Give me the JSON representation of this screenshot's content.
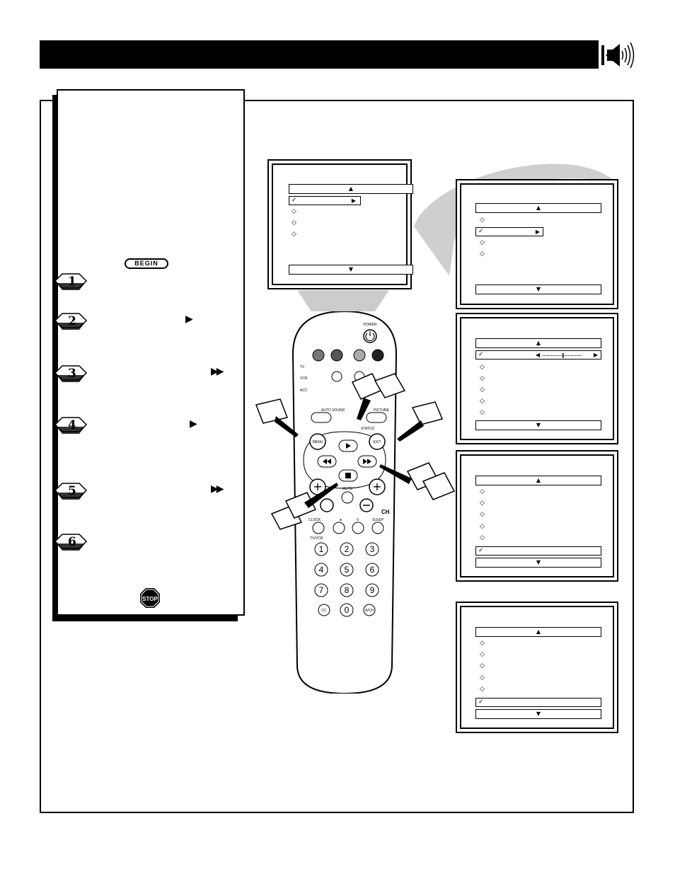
{
  "header": {
    "title": "",
    "speaker_icon": "speaker-volume-icon"
  },
  "instructions": {
    "begin_label": "BEGIN",
    "stop_label": "STOP",
    "steps": [
      {
        "number": "1",
        "arrow": ""
      },
      {
        "number": "2",
        "arrow": "▶"
      },
      {
        "number": "3",
        "arrow": "▶▶"
      },
      {
        "number": "4",
        "arrow": "▶"
      },
      {
        "number": "5",
        "arrow": "▶▶"
      },
      {
        "number": "6",
        "arrow": ""
      }
    ]
  },
  "remote": {
    "power_label": "POWER",
    "mode_labels": [
      "TV",
      "VCR",
      "ACC"
    ],
    "auto_sound_label": "AUTO SOUND",
    "picture_label": "PICTURE",
    "status_label": "STATUS",
    "menu_label": "MENU",
    "exit_label": "EXIT",
    "mute_label": "MUTE",
    "ch_label": "CH",
    "clock_label": "CLOCK",
    "sleep_label": "SLEEP",
    "tvvcr_label": "TV/VCR",
    "record_label": "●",
    "pause_label": "II",
    "digits": [
      "1",
      "2",
      "3",
      "4",
      "5",
      "6",
      "7",
      "8",
      "9"
    ],
    "cc_label": "CC",
    "zero_label": "0",
    "ach_label": "A/CH",
    "colors": {
      "red": "#777777",
      "green": "#555555",
      "yellow": "#aaaaaa",
      "blue": "#222222"
    }
  },
  "screens": {
    "up_arrow": "▲",
    "down_arrow": "▼",
    "check": "✓",
    "diamond": "◇",
    "right_arrow": "▶",
    "left_arrow": "◀"
  }
}
